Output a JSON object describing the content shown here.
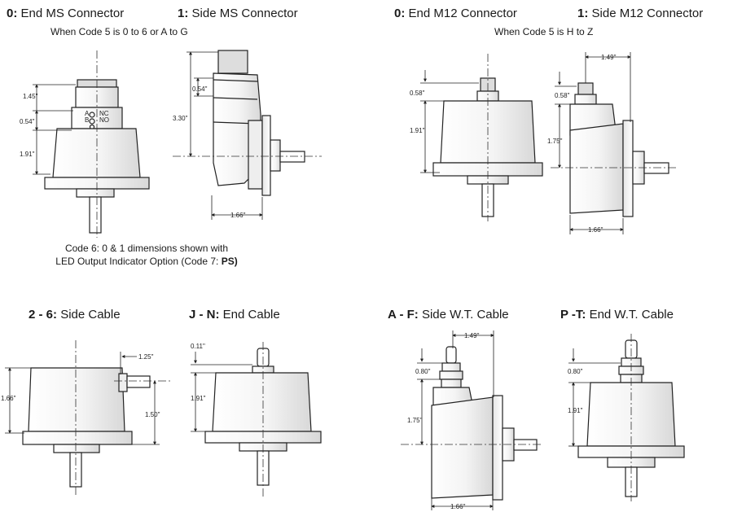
{
  "headers": {
    "end_ms": {
      "code": "0:",
      "label": "End MS Connector"
    },
    "side_ms": {
      "code": "1:",
      "label": "Side MS Connector"
    },
    "end_m12": {
      "code": "0:",
      "label": "End M12 Connector"
    },
    "side_m12": {
      "code": "1:",
      "label": "Side M12 Connector"
    },
    "side_cable": {
      "code": "2 - 6:",
      "label": "Side Cable"
    },
    "end_cable": {
      "code": "J - N:",
      "label": "End Cable"
    },
    "side_wt": {
      "code": "A - F:",
      "label": "Side W.T. Cable"
    },
    "end_wt": {
      "code": "P -T:",
      "label": "End W.T. Cable"
    }
  },
  "conditions": {
    "ms": "When Code 5 is 0 to 6 or A to G",
    "m12": "When Code 5 is H to Z"
  },
  "note": {
    "line1": "Code 6: 0 & 1 dimensions shown with",
    "line2_prefix": "LED Output Indicator Option (Code 7: ",
    "line2_bold": "PS)"
  },
  "dims": {
    "ms_end_top": "1.45\"",
    "ms_end_conn": "0.54\"",
    "ms_end_body": "1.91\"",
    "ms_side_conn": "0.54\"",
    "ms_side_total": "3.30\"",
    "ms_side_width": "1.66\"",
    "m12_end_conn": "0.58\"",
    "m12_end_body": "1.91\"",
    "m12_side_top": "1.49\"",
    "m12_side_conn": "0.58\"",
    "m12_side_body": "1.75\"",
    "m12_side_width": "1.66\"",
    "sc_height": "1.66\"",
    "sc_offset": "1.25\"",
    "sc_axis": "1.50\"",
    "ec_cable": "0.11\"",
    "ec_body": "1.91\"",
    "swt_top": "1.49\"",
    "swt_conn": "0.80\"",
    "swt_body": "1.75\"",
    "swt_width": "1.66\"",
    "ewt_conn": "0.80\"",
    "ewt_body": "1.91\""
  },
  "led_marks": [
    "NC",
    "NO",
    "A",
    "B"
  ]
}
